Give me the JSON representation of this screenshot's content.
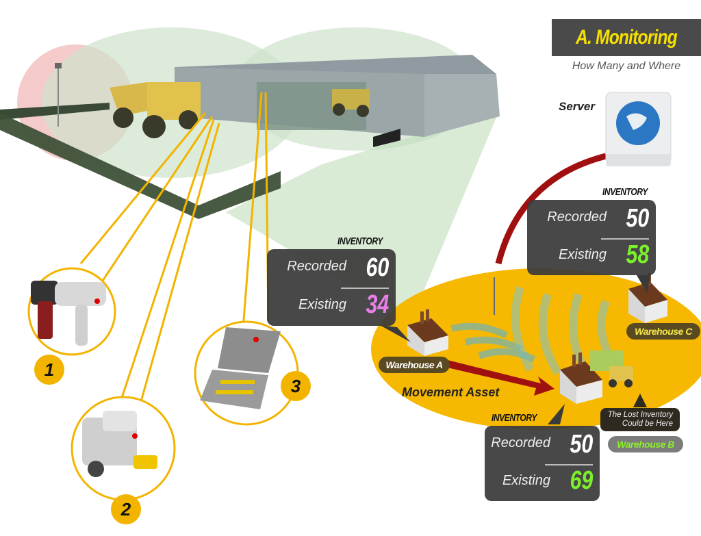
{
  "header": {
    "title": "A. Monitoring",
    "subtitle": "How Many and Where"
  },
  "server": {
    "label": "Server",
    "icon": "globe-server-icon"
  },
  "inventory_cards": [
    {
      "id": "main-site",
      "title": "INVENTORY",
      "recorded_label": "Recorded",
      "recorded": "60",
      "existing_label": "Existing",
      "existing": "34",
      "existing_color": "#e87ee8"
    },
    {
      "id": "warehouse-c",
      "title": "INVENTORY",
      "recorded_label": "Recorded",
      "recorded": "50",
      "existing_label": "Existing",
      "existing": "58",
      "existing_color": "#7cf02a"
    },
    {
      "id": "warehouse-b",
      "title": "INVENTORY",
      "recorded_label": "Recorded",
      "recorded": "50",
      "existing_label": "Existing",
      "existing": "69",
      "existing_color": "#7cf02a"
    }
  ],
  "warehouses": {
    "a": "Warehouse A",
    "b": "Warehouse B",
    "c": "Warehouse C"
  },
  "movement_label": "Movement Asset",
  "lost_note": {
    "line1": "The Lost Inventory",
    "line2": "Could be Here"
  },
  "tools": [
    {
      "number": "1",
      "icon": "torque-gun-icon"
    },
    {
      "number": "2",
      "icon": "hydraulic-wrench-icon"
    },
    {
      "number": "3",
      "icon": "toolkit-case-icon"
    }
  ],
  "colors": {
    "accent": "#f3b400",
    "title_bg": "#4a4a4a",
    "title_text": "#f6e000",
    "arrow": "#a01010",
    "card_bg": "#3a3a3a"
  }
}
